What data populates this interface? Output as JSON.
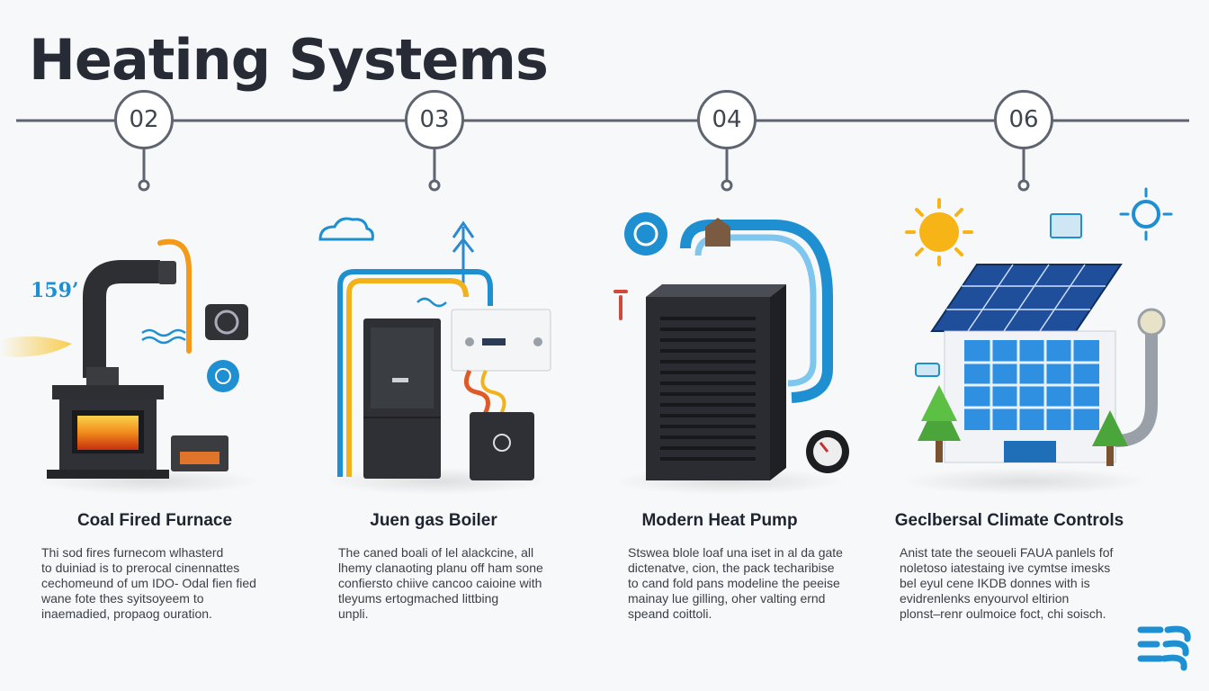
{
  "page": {
    "title": "Heating Systems",
    "accent_blue": "#1e8fd0",
    "line_gray": "#5e6570"
  },
  "steps": [
    {
      "number": "02",
      "title": "Coal Fired Furnace",
      "description": "Thi sod fires furnecom wlhasterd\nto duiniad is to prerocal cinennattes\ncechomeund of um IDO- Odal fien fied\nwane fote thes syitsoyeem to\ninaemadied, propaog ouration."
    },
    {
      "number": "03",
      "title": "Juen gas Boiler",
      "description": "The caned boali of lel alackcine, all\nlhemy clanaoting planu off ham sone\nconfiersto chiive cancoo caioine with\ntleyums ertogmached littbing\nunpli."
    },
    {
      "number": "04",
      "title": "Modern Heat Pump",
      "description": "Stswea blole loaf una iset in al da gate\ndictenatve, cion, the pack techaribise\nto cand fold pans modeline the peeise\nmainay lue gilling, oher valting ernd\nspeand coittoli."
    },
    {
      "number": "06",
      "title": "Geclbersal Climate Controls",
      "description": "Anist tate the seoueli FAUA panlels fof\nnoletoso iatestaing ive cymtse imesks\nbel eyul cene IKDB donnes with is\nevidrenlenks enyourvol eltirion\nplonst–renr oulmoice foct, chi soisch."
    }
  ],
  "decor": {
    "temperature_label": "159’",
    "coal_icon": "coal-stove-icon",
    "gas_icon": "gas-boiler-icon",
    "pump_icon": "heat-pump-icon",
    "geo_icon": "solar-house-icon",
    "logo_icon": "brand-logo-icon"
  }
}
